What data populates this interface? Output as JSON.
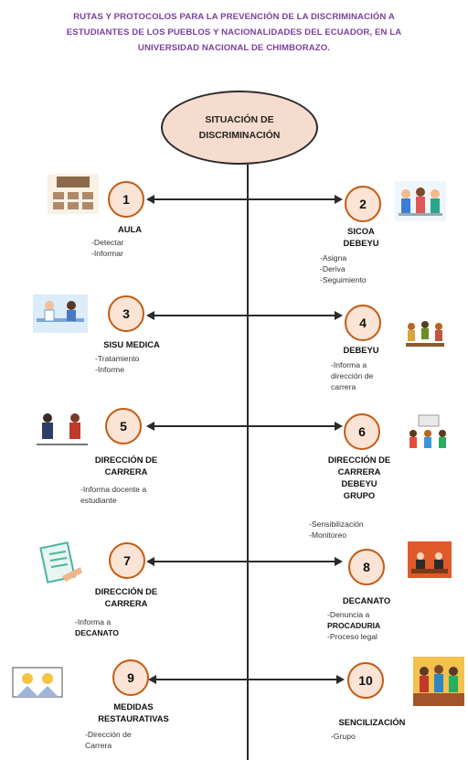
{
  "title_lines": [
    "RUTAS Y PROTOCOLOS PARA LA PREVENCIÓN DE LA DISCRIMINACIÓN A",
    "ESTUDIANTES DE LOS PUEBLOS Y NACIONALIDADES DEL ECUADOR, EN LA",
    "UNIVERSIDAD NACIONAL DE CHIMBORAZO."
  ],
  "center": {
    "line1": "SITUACIÓN DE",
    "line2": "DISCRIMINACIÓN"
  },
  "nodes": {
    "n1": {
      "number": "1",
      "title": [
        "AULA"
      ],
      "items": [
        "-Detectar",
        "-Informar"
      ]
    },
    "n2": {
      "number": "2",
      "title": [
        "SICOA",
        "DEBEYU"
      ],
      "items": [
        "-Asigna",
        "-Deriva",
        "-Seguimiento"
      ]
    },
    "n3": {
      "number": "3",
      "title": [
        "SISU MEDICA"
      ],
      "items": [
        "-Tratamiento",
        "-Informe"
      ]
    },
    "n4": {
      "number": "4",
      "title": [
        "DEBEYU"
      ],
      "items": [
        "-Informa a",
        "dirección de",
        "carrera"
      ]
    },
    "n5": {
      "number": "5",
      "title": [
        "DIRECCIÓN DE",
        "CARRERA"
      ],
      "items": [
        "-Informa docente a",
        "estudiante"
      ]
    },
    "n6": {
      "number": "6",
      "title": [
        "DIRECCIÓN DE",
        "CARRERA",
        "DEBEYU",
        "GRUPO"
      ],
      "items": [
        "-Sensibilización",
        "-Monitoreo"
      ]
    },
    "n7": {
      "number": "7",
      "title": [
        "DIRECCIÓN DE",
        "CARRERA"
      ],
      "items": [
        "-Informa a"
      ],
      "bold_item": "DECANATO"
    },
    "n8": {
      "number": "8",
      "title": [
        "DECANATO"
      ],
      "items": [
        "-Denuncia a"
      ],
      "bold_item": "PROCADURIA",
      "items_after": [
        "-Proceso legal"
      ]
    },
    "n9": {
      "number": "9",
      "title": [
        "MEDIDAS",
        "RESTAURATIVAS"
      ],
      "items": [
        "-Dirección de",
        "Carrera"
      ]
    },
    "n10": {
      "number": "10",
      "title": [
        "SENCILIZACIÓN"
      ],
      "items": [
        "-Grupo"
      ]
    }
  },
  "colors": {
    "title": "#7b3f9e",
    "circle_border": "#c55a11",
    "circle_fill": "#fbe4d5",
    "oval_fill": "#f6dccf",
    "line": "#2a2a2a"
  }
}
